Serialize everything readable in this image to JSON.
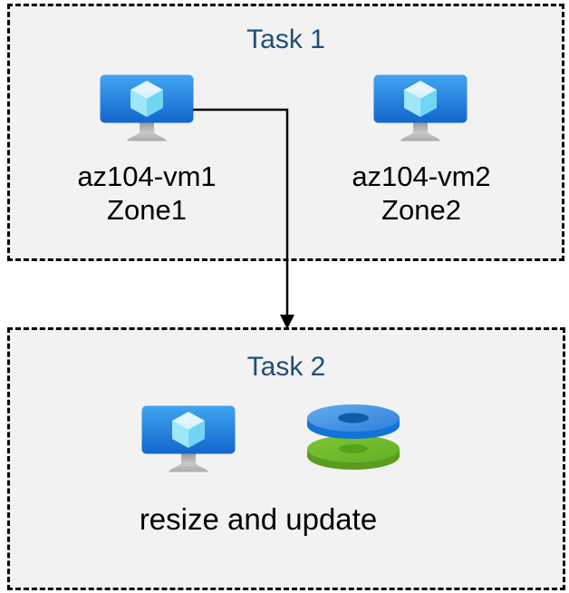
{
  "task1": {
    "title": "Task 1",
    "vms": [
      {
        "name": "az104-vm1",
        "zone": "Zone1",
        "icon": "virtual-machine-icon"
      },
      {
        "name": "az104-vm2",
        "zone": "Zone2",
        "icon": "virtual-machine-icon"
      }
    ]
  },
  "connector": {
    "type": "elbow-arrow-down",
    "from": "az104-vm1",
    "to": "Task 2"
  },
  "task2": {
    "title": "Task 2",
    "icons": [
      "virtual-machine-icon",
      "stacked-disks-icon"
    ],
    "caption": "resize and update"
  },
  "colors": {
    "title_text": "#1F4E79",
    "box_fill": "#F2F2F2",
    "box_border": "#000000",
    "label_text": "#000000",
    "vm_screen_top": "#3FA2F0",
    "vm_screen_bottom": "#1366CD",
    "cube_top": "#E3F6FD",
    "cube_left": "#9FE7F8",
    "cube_right": "#6FD7F3",
    "stand_gray_light": "#C9C9C9",
    "stand_gray_dark": "#8F8F8F",
    "disk_blue_top": "#4C9AE8",
    "disk_blue_side": "#1273D8",
    "disk_blue_hole": "#0C5CA9",
    "disk_green_top": "#70BF2B",
    "disk_green_side": "#5A9C1D",
    "disk_green_hole": "#57A11C"
  }
}
